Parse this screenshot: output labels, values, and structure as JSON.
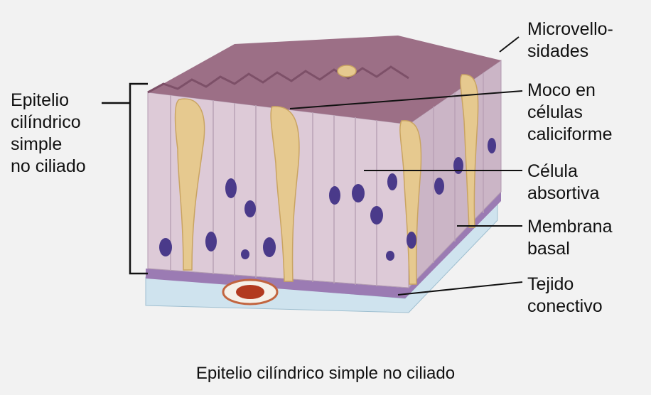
{
  "labels": {
    "left": "Epitelio\ncilíndrico\nsimple\nno ciliado",
    "microvellosidades": "Microvello-\nsidades",
    "moco": "Moco en\ncélulas\ncaliciforme",
    "celula": "Célula\nabsortiva",
    "membrana": "Membrana\nbasal",
    "tejido": "Tejido\nconectivo"
  },
  "caption": "Epitelio cilíndrico simple no ciliado",
  "colors": {
    "background": "#f2f2f2",
    "cells": "#d9c6d3",
    "goblet": "#e6c98f",
    "nuclei": "#4a3a8a",
    "microvilli": "#9c6f86",
    "basement": "#9b7bb3",
    "connective": "#cfe3ee",
    "blood_cell": "#b23a1f"
  }
}
